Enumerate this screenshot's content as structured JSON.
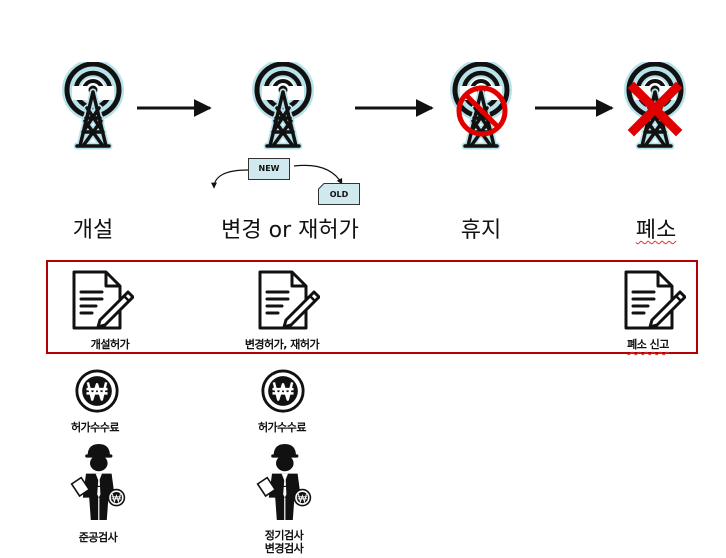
{
  "stages": [
    {
      "label": "개설",
      "icon": "radio-tower-icon",
      "status": "active"
    },
    {
      "label": "변경 or 재허가",
      "icon": "radio-tower-icon",
      "status": "active"
    },
    {
      "label": "휴지",
      "icon": "radio-tower-icon",
      "status": "suspended"
    },
    {
      "label": "폐소",
      "icon": "radio-tower-icon",
      "status": "closed"
    }
  ],
  "change_tags": {
    "new": "NEW",
    "old": "OLD"
  },
  "permits": [
    {
      "label": "개설허가",
      "icon": "document-edit-icon"
    },
    {
      "label": "변경허가, 재허가",
      "icon": "document-edit-icon"
    },
    {
      "label": "폐소 신고",
      "icon": "document-edit-icon"
    }
  ],
  "fees": [
    {
      "label": "허가수수료",
      "icon": "won-coin-icon"
    },
    {
      "label": "허가수수료",
      "icon": "won-coin-icon"
    }
  ],
  "inspections": [
    {
      "label": "준공검사",
      "icon": "inspector-icon"
    },
    {
      "label_line1": "정기검사",
      "label_line2": "변경검사",
      "icon": "inspector-icon"
    }
  ],
  "colors": {
    "frame": "#b00000",
    "prohibit": "#e00000",
    "tag_fill": "#cfe9ee",
    "ink": "#111111"
  }
}
